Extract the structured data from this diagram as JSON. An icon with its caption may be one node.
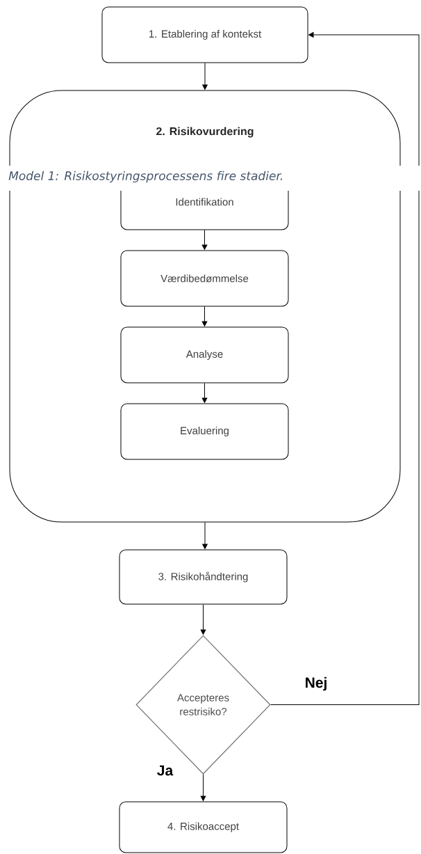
{
  "diagram": {
    "caption": "Model 1: Risikostyringsprocessens fire stadier.",
    "nodes": [
      {
        "text": [
          "1. Etablering af kontekst"
        ]
      },
      {
        "text": [
          "2. Risikovurdering"
        ]
      },
      {
        "text": [
          "Identifikation"
        ],
        "in": 1
      },
      {
        "text": [
          "Værdibedømmelse"
        ],
        "in": 1
      },
      {
        "text": [
          "Analyse"
        ],
        "in": 1
      },
      {
        "text": [
          "Evaluering"
        ],
        "in": 1
      },
      {
        "text": [
          "3. Risikohåndtering"
        ]
      },
      {
        "text": [
          "Accepteres restrisiko?"
        ]
      },
      {
        "text": [
          "4. Risikoaccept"
        ]
      }
    ],
    "edges": [
      {
        "from": 0,
        "to": 1,
        "arrow": "to"
      },
      {
        "from": 2,
        "to": 3,
        "arrow": "to"
      },
      {
        "from": 3,
        "to": 4,
        "arrow": "to"
      },
      {
        "from": 4,
        "to": 5,
        "arrow": "to"
      },
      {
        "from": 1,
        "to": 6,
        "arrow": "to"
      },
      {
        "from": 6,
        "to": 7,
        "arrow": "to"
      },
      {
        "from": 7,
        "to": 8,
        "label": "Ja",
        "arrow": "to"
      },
      {
        "from": 7,
        "to": 0,
        "label": "Nej",
        "arrow": "to"
      }
    ]
  }
}
